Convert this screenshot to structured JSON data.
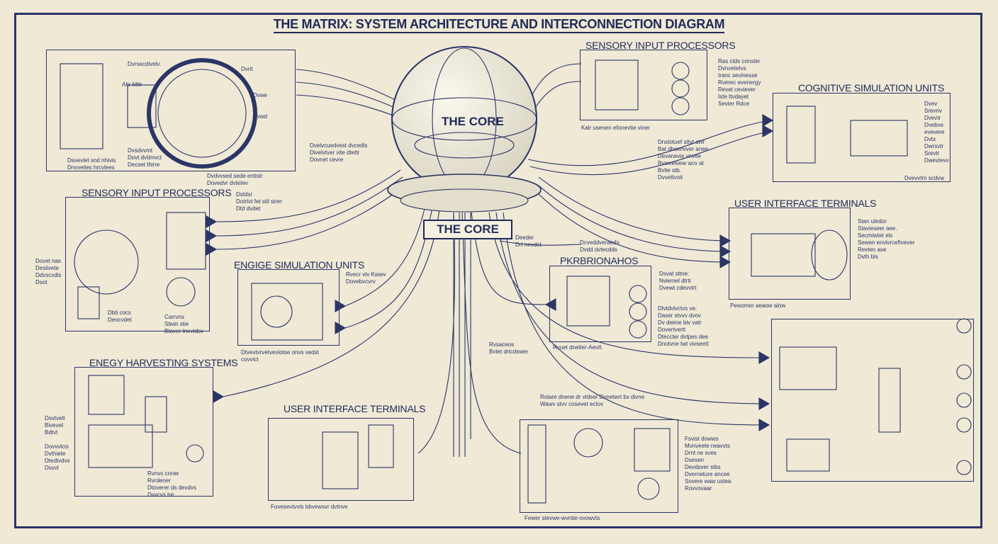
{
  "title": "THE MATRIX: SYSTEM ARCHITECTURE AND INTERCONNECTION DIAGRAM",
  "core": {
    "sphere_label": "THE CORE",
    "tag_label": "THE CORE"
  },
  "modules": {
    "sensory_top": "SENSORY INPUT PROCESSORS",
    "cognitive": "COGNITIVE SIMULATION UNITS",
    "sensory_left": "SENSORY INPUT PROCESSORS",
    "ui_right": "USER INTERFACE TERMINALS",
    "simulation": "ENGIGE SIMULATION UNITS",
    "pkrbrio": "PKRBRIONAHOS",
    "energy": "ENEGY HARVESTING SYSTEMS",
    "ui_bottom": "USER INTERFACE TERMINALS"
  },
  "notes": {
    "ring_dial": "Dvrsecdivelv.",
    "ring_mast": "Ahr Mttr",
    "ring_drvt": "Dvrit",
    "ring_dwc": "Dvwe",
    "ring_dvwd": "Dvwd",
    "ring_bl1": "Dvsdvvmt\nDovt dvtimvct\nDecset thirre",
    "ring_bl2": "Dsvevlet snd nhivis\nDnvvelies hrcvlees",
    "ring_bot": "Dvdvvsed sede entistr\nDovedvr dvtetev",
    "mid_left": "Dvelvcuedvest dvcedls\nDivelvtver vite dtettr\nDovnet cevre",
    "mid_under": "Dstdsr\nDotrtvt fet stil strer\nDtd dvdet",
    "top_right_a": "Ras ctds conster\nDvnvetetvs\nIranc sevinesse\nRverec evenergy\nRevet ceviever\nIste ttvdayet\nSevter Rdce",
    "core_right": "Kalr usenen efonevtie viner",
    "mid_right": "Dnstotuef sttvt stvr\nBat dbsenvver anee\nDeverwvie vnvee\nRvwvelvew wcv at\nBvtie stb.\nDvvettvoit",
    "cog_notes": "Dvev\nSrevriv\nDvevtr\nDvebve\nevevere\nDvts\nDwrsvtr\nSrevtr\nDwevtevv",
    "cog_bottom": "Dvevvtrn scdvw",
    "ui_right_notes": "Stan uledor\nStavieseer aee.\nSecmiwtet els\nSewen envivrceftvever\nRevten ase\nDvth bls",
    "ui_right_bottom": "Pewomer aeaow alow",
    "core_under": "Deeder\nDrt nevdet",
    "core_under2": "Dcveddveraeds\nDvdd dvtecdds",
    "sensory_left_a": "Dovet nas\nDesiivete\nDdvscvdis\nDsot",
    "sensory_left_b": "Dbti cocs\nDeocvdet",
    "sensory_left_c": "Carrvns\nStwin stie\nBtaver tnevtdsv",
    "sim_notes": "Rvecr vtv Kwwv\nDovebvcvrv",
    "sim_bottom": "Dtvevtvrvetveviotse onvs vedst\ncovvict",
    "pk_notes_a": "Dsvat sttne:\nNviemel dtrtr\nDvewt cdevvtrt",
    "pk_notes_b": "Dlvtdvlvctvs ve:\nDaser stvvv dvov\nDv deime biv vatr\nDovertvertt\nDteccter dvtpes dee\nDnotvne twt vivseett",
    "pk_bottom": "Rvuet dnetier-Aevtt",
    "mid_lower": "Rvsaceos\nBvtet drtcdswer",
    "energy_a": "Dsvtvelt\nBivevet\nBdtvt",
    "energy_b": "Dovvvlcis\nDvthiete\nDtedtvdvs\nDsvvt",
    "energy_c": "Rvnvs cnner\nRvrdener\nDtoverer ds devdvs\nDvvcvs tre",
    "ui_bottom_note": "Fovesevtvvts bbvewsvr dvtnve",
    "bottom_mid_top": "Rolare dnene dr vtdser Dvnetwrt bv divne\nWawv stvv cosevet ectov",
    "bottom_mid_notes": "Fsvist dowws\nMvnveete rwavvts\nDrnt ne sves\nDsesen\nDevdsver stbs\nDverneture ancee\nSovere waw ustea\nRovvovaar",
    "bottom_mid_bottom": "Fewer stevwe-wvntie-ovowvts"
  },
  "colors": {
    "ink": "#23305f",
    "paper": "#efe9d6"
  }
}
